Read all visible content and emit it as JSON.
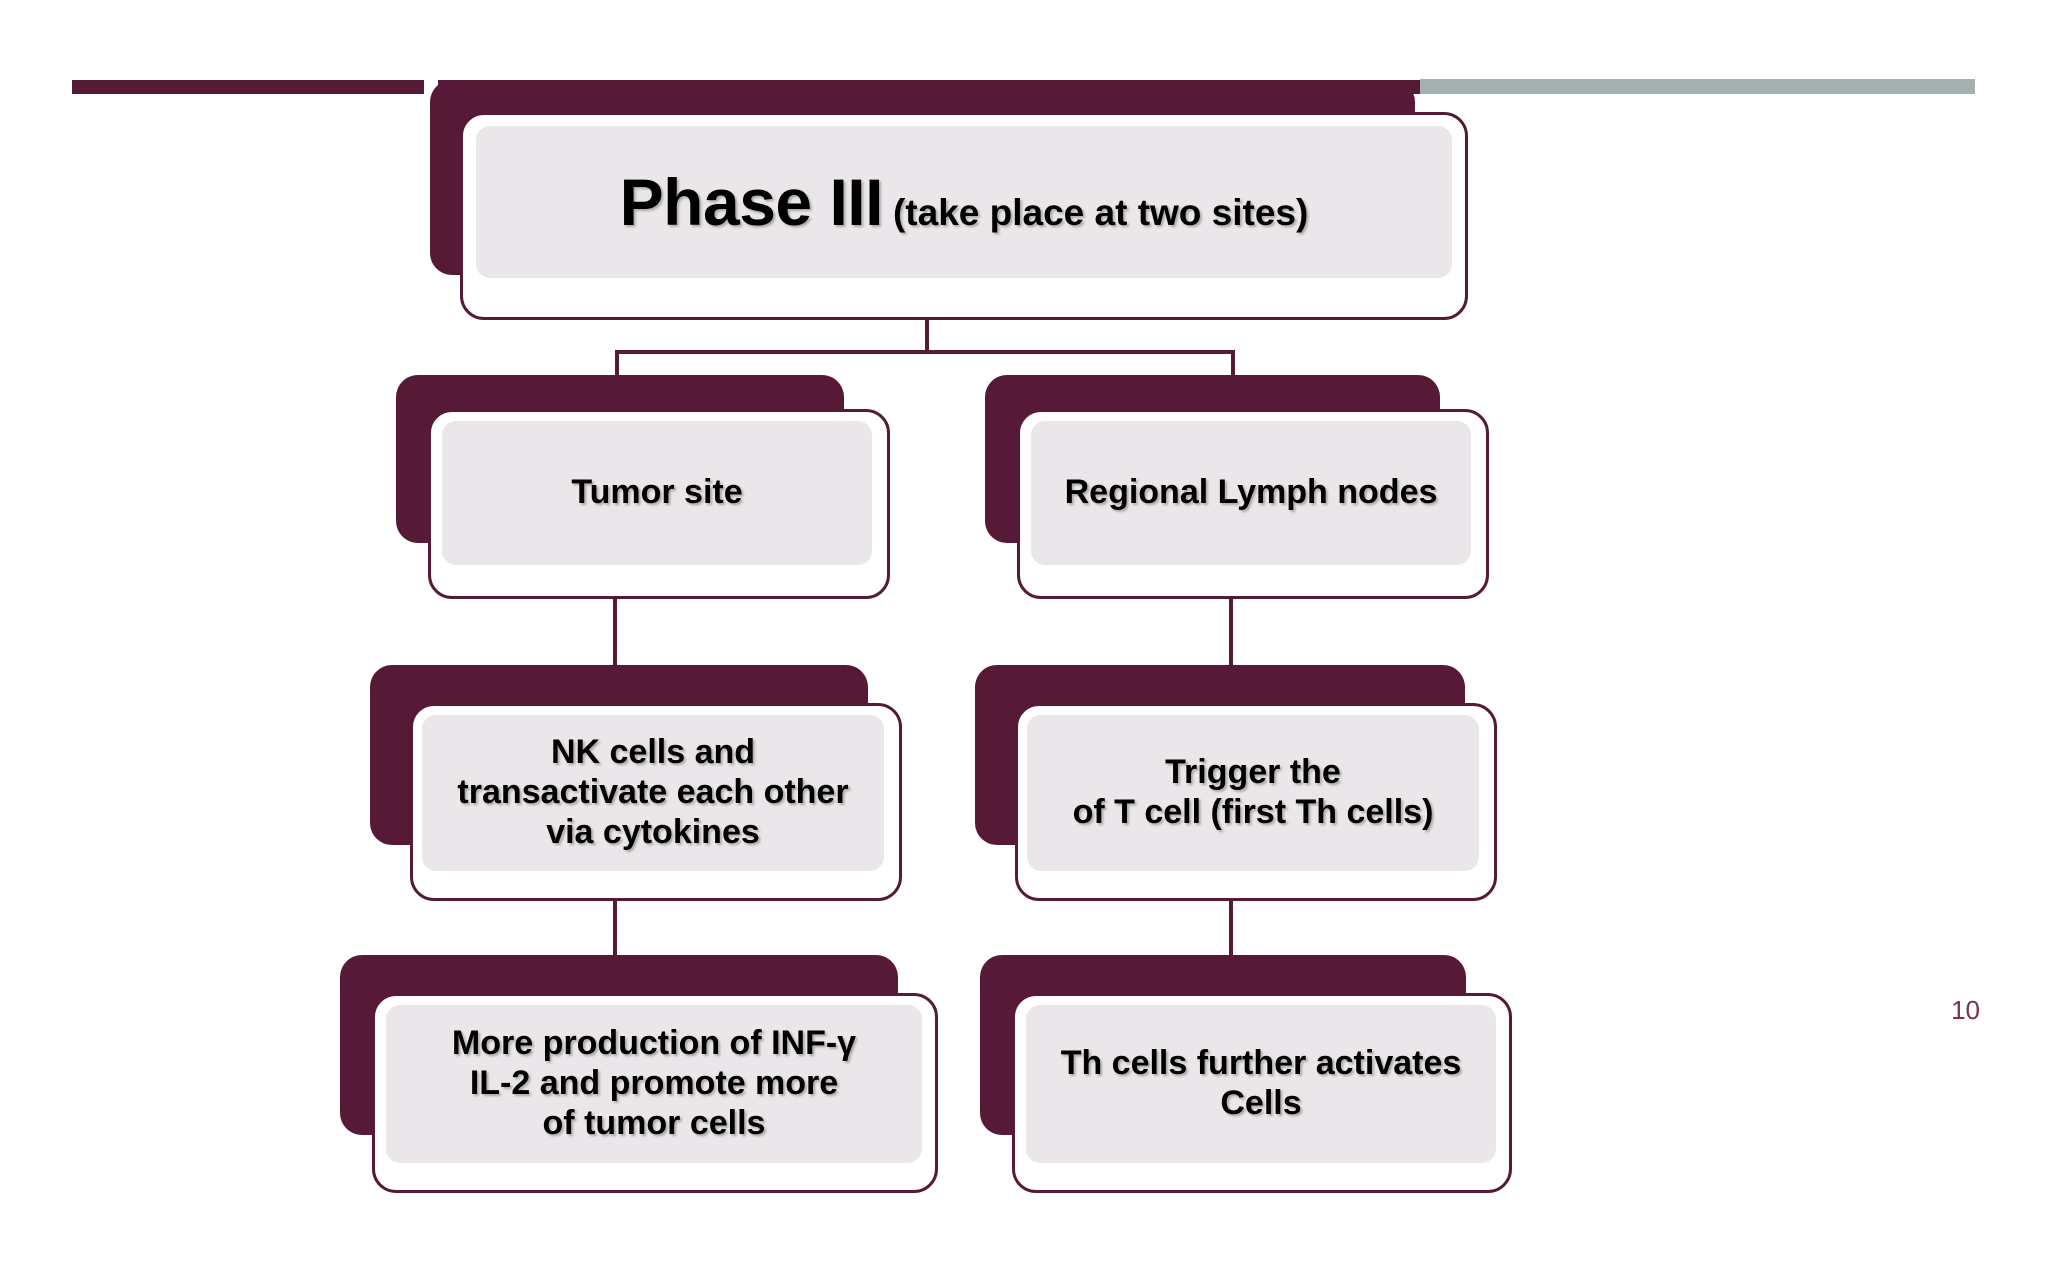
{
  "slide": {
    "page_number": "10",
    "accent_color": "#561a36",
    "secondary_color": "#a5b0b0",
    "plate_color": "#ebe6ea"
  },
  "diagram": {
    "root": {
      "title": "Phase III",
      "subtitle": "(take place at two sites)"
    },
    "branches": [
      {
        "site_label": "Tumor site",
        "step_1": "NK cells and\ntransactivate each other\nvia cytokines",
        "step_2": "More production of INF-γ\nIL-2 and promote more\nof tumor cells"
      },
      {
        "site_label": "Regional Lymph nodes",
        "step_1": "Trigger the\nof T cell (first Th cells)",
        "step_2": "Th cells further activates\nCells"
      }
    ]
  }
}
